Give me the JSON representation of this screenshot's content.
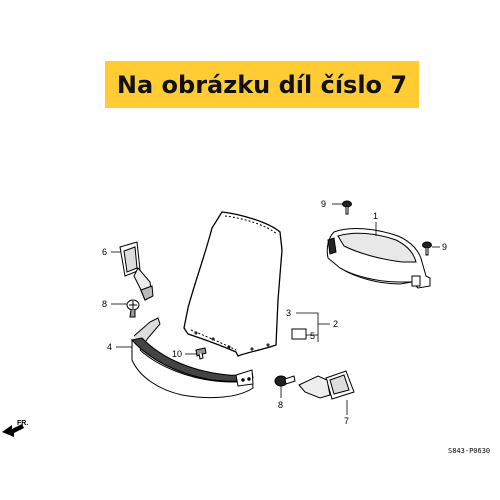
{
  "banner": {
    "text": "Na obrázku díl číslo 7",
    "color": "#ffcc33"
  },
  "callouts": [
    {
      "id": "c9a",
      "label": "9"
    },
    {
      "id": "c1",
      "label": "1"
    },
    {
      "id": "c9b",
      "label": "9"
    },
    {
      "id": "c6",
      "label": "6"
    },
    {
      "id": "c8a",
      "label": "8"
    },
    {
      "id": "c3",
      "label": "3"
    },
    {
      "id": "c2",
      "label": "2"
    },
    {
      "id": "c5",
      "label": "5"
    },
    {
      "id": "c4",
      "label": "4"
    },
    {
      "id": "c10",
      "label": "10"
    },
    {
      "id": "c8b",
      "label": "8"
    },
    {
      "id": "c7",
      "label": "7"
    }
  ],
  "direction_label": "FR.",
  "diagram_code": "S843-P0630"
}
